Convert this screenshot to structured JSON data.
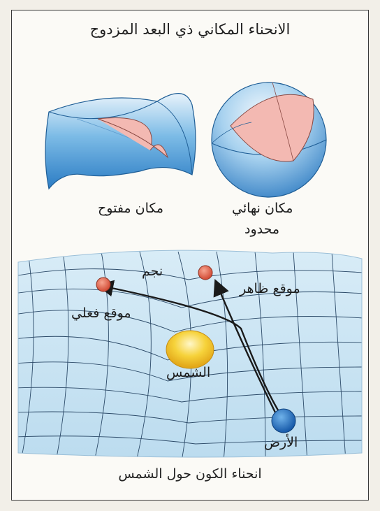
{
  "title": "الانحناء المكاني ذي البعد المزدوج",
  "labels": {
    "open_space": "مكان مفتوح",
    "closed_space_line1": "مكان نهائي",
    "closed_space_line2": "محدود",
    "star": "نجم",
    "apparent_position": "موقع ظاهر",
    "actual_position": "موقع فعلي",
    "sun": "الشمس",
    "earth": "الأرض"
  },
  "caption": "انحناء الكون حول الشمس",
  "colors": {
    "blue_surface": "#3a8fd0",
    "pink_triangle": "#f3b9b2",
    "sun": "#f6d23a",
    "star": "#e0664e",
    "earth": "#1f73c8",
    "grid_bg": "#cfe6f3"
  }
}
